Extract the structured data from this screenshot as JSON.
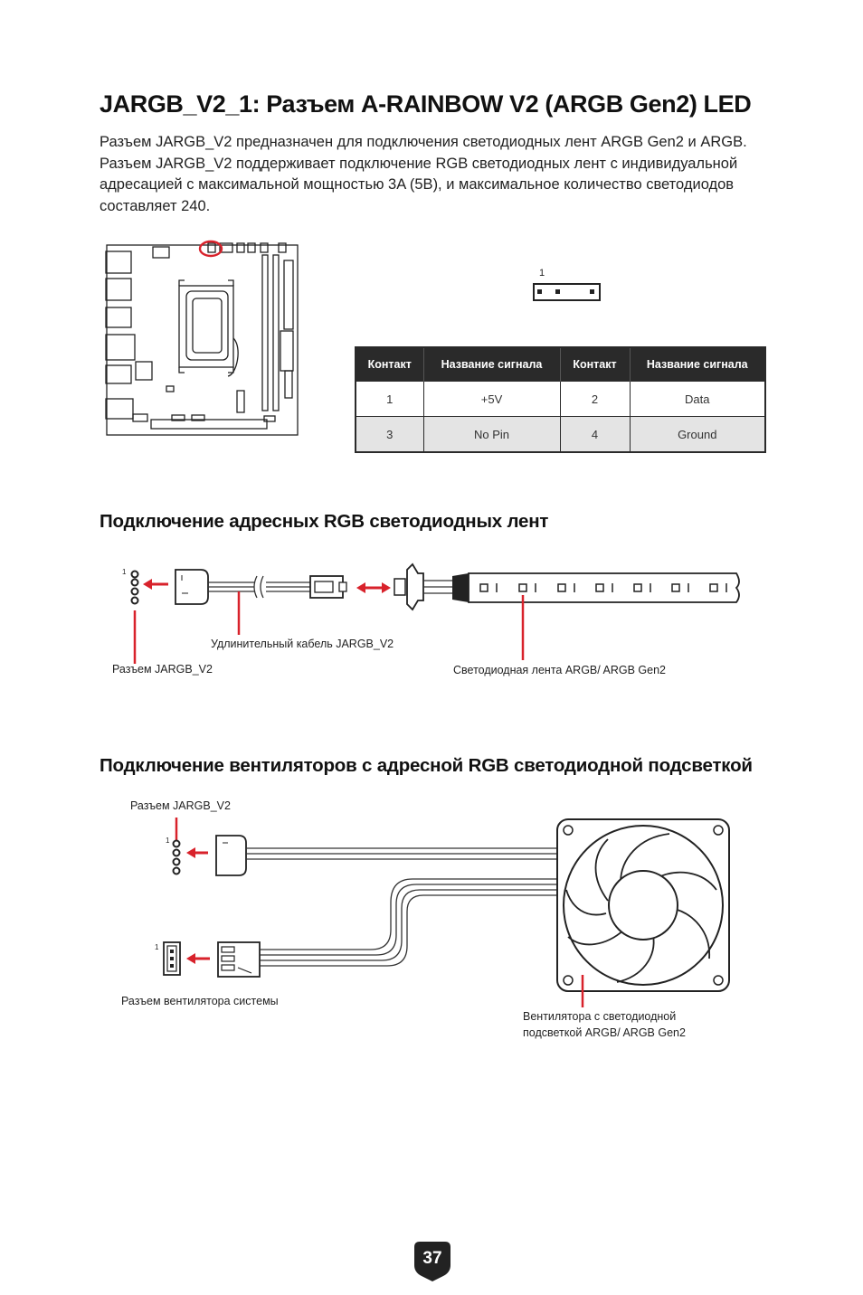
{
  "title": "JARGB_V2_1: Разъем A-RAINBOW V2 (ARGB Gen2) LED",
  "intro": "Разъем JARGB_V2 предназначен для подключения светодиодных лент ARGB Gen2 и ARGB. Разъем JARGB_V2 поддерживает подключение RGB светодиодных лент с индивидуальной адресацией с максимальной мощностью 3A (5В), и максимальное количество светодиодов составляет 240.",
  "connector_pin_label": "1",
  "pin_table": {
    "headers": [
      "Контакт",
      "Название сигнала",
      "Контакт",
      "Название сигнала"
    ],
    "rows": [
      [
        "1",
        "+5V",
        "2",
        "Data"
      ],
      [
        "3",
        "No Pin",
        "4",
        "Ground"
      ]
    ]
  },
  "section_led": {
    "heading": "Подключение адресных RGB светодиодных лент",
    "pin_label": "1",
    "labels": {
      "extension_cable": "Удлинительный кабель JARGB_V2",
      "connector": "Разъем JARGB_V2",
      "led_strip": "Светодиодная лента ARGB/ ARGB Gen2"
    }
  },
  "section_fan": {
    "heading": "Подключение вентиляторов с адресной RGB светодиодной подсветкой",
    "pin_label_argb": "1",
    "pin_label_fan": "1",
    "labels": {
      "connector": "Разъем JARGB_V2",
      "fan_connector": "Разъем вентилятора системы",
      "fan_line1": "Вентилятора с светодиодной",
      "fan_line2": "подсветкой ARGB/ ARGB Gen2"
    }
  },
  "page_number": "37",
  "colors": {
    "accent": "#d8222b",
    "dark": "#2a2a2a",
    "row_shade": "#e4e4e4"
  }
}
